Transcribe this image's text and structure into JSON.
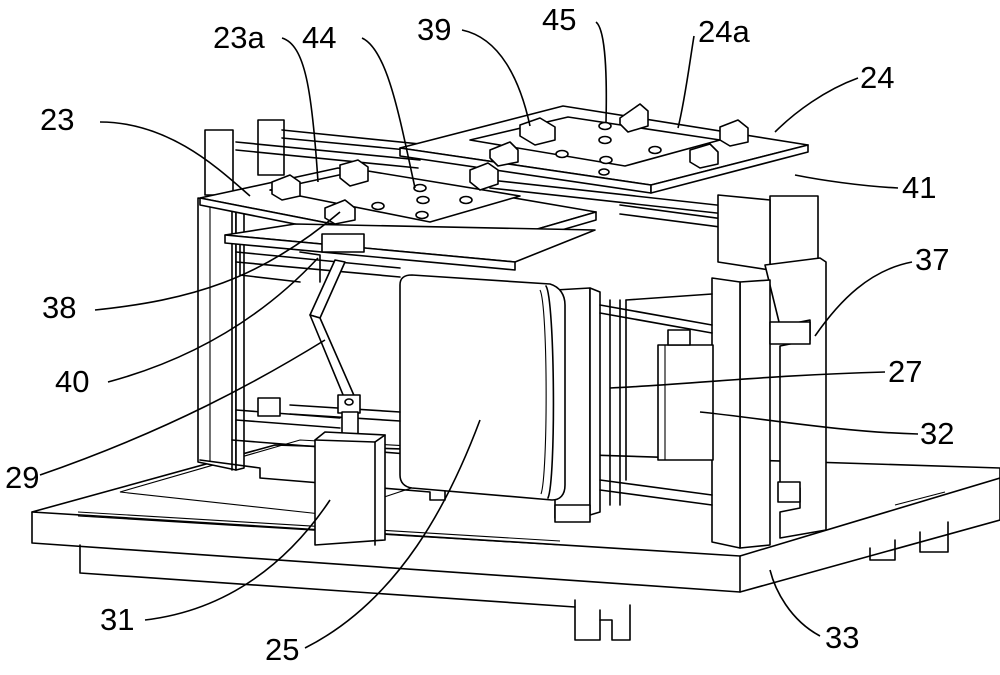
{
  "labels": {
    "l23": "23",
    "l23a": "23a",
    "l44": "44",
    "l39": "39",
    "l45": "45",
    "l24a": "24a",
    "l24": "24",
    "l41": "41",
    "l37": "37",
    "l38": "38",
    "l40": "40",
    "l27": "27",
    "l32": "32",
    "l29": "29",
    "l31": "31",
    "l25": "25",
    "l33": "33"
  },
  "colors": {
    "line": "#000000",
    "background": "#ffffff"
  }
}
